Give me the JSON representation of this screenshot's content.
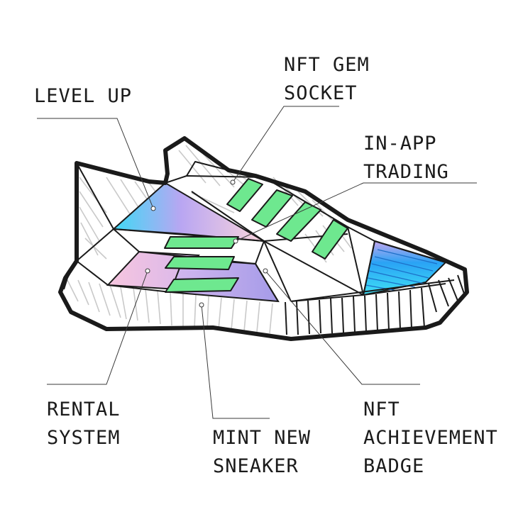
{
  "labels": {
    "level_up": [
      "LEVEL UP"
    ],
    "nft_gem_socket": [
      "NFT GEM",
      "SOCKET"
    ],
    "in_app_trading": [
      "IN-APP",
      "TRADING"
    ],
    "rental_system": [
      "RENTAL",
      "SYSTEM"
    ],
    "mint_new_sneaker": [
      "MINT NEW",
      "SNEAKER"
    ],
    "nft_achievement_badge": [
      "NFT",
      "ACHIEVEMENT",
      "BADGE"
    ]
  },
  "colors": {
    "lace": "#6ee88f",
    "outline": "#1a1a1a",
    "hatch": "#c9c9c9",
    "cyan": "#3fd9f5",
    "pink": "#f7c6df",
    "violet": "#a59be8",
    "blue": "#2aa3f5"
  }
}
